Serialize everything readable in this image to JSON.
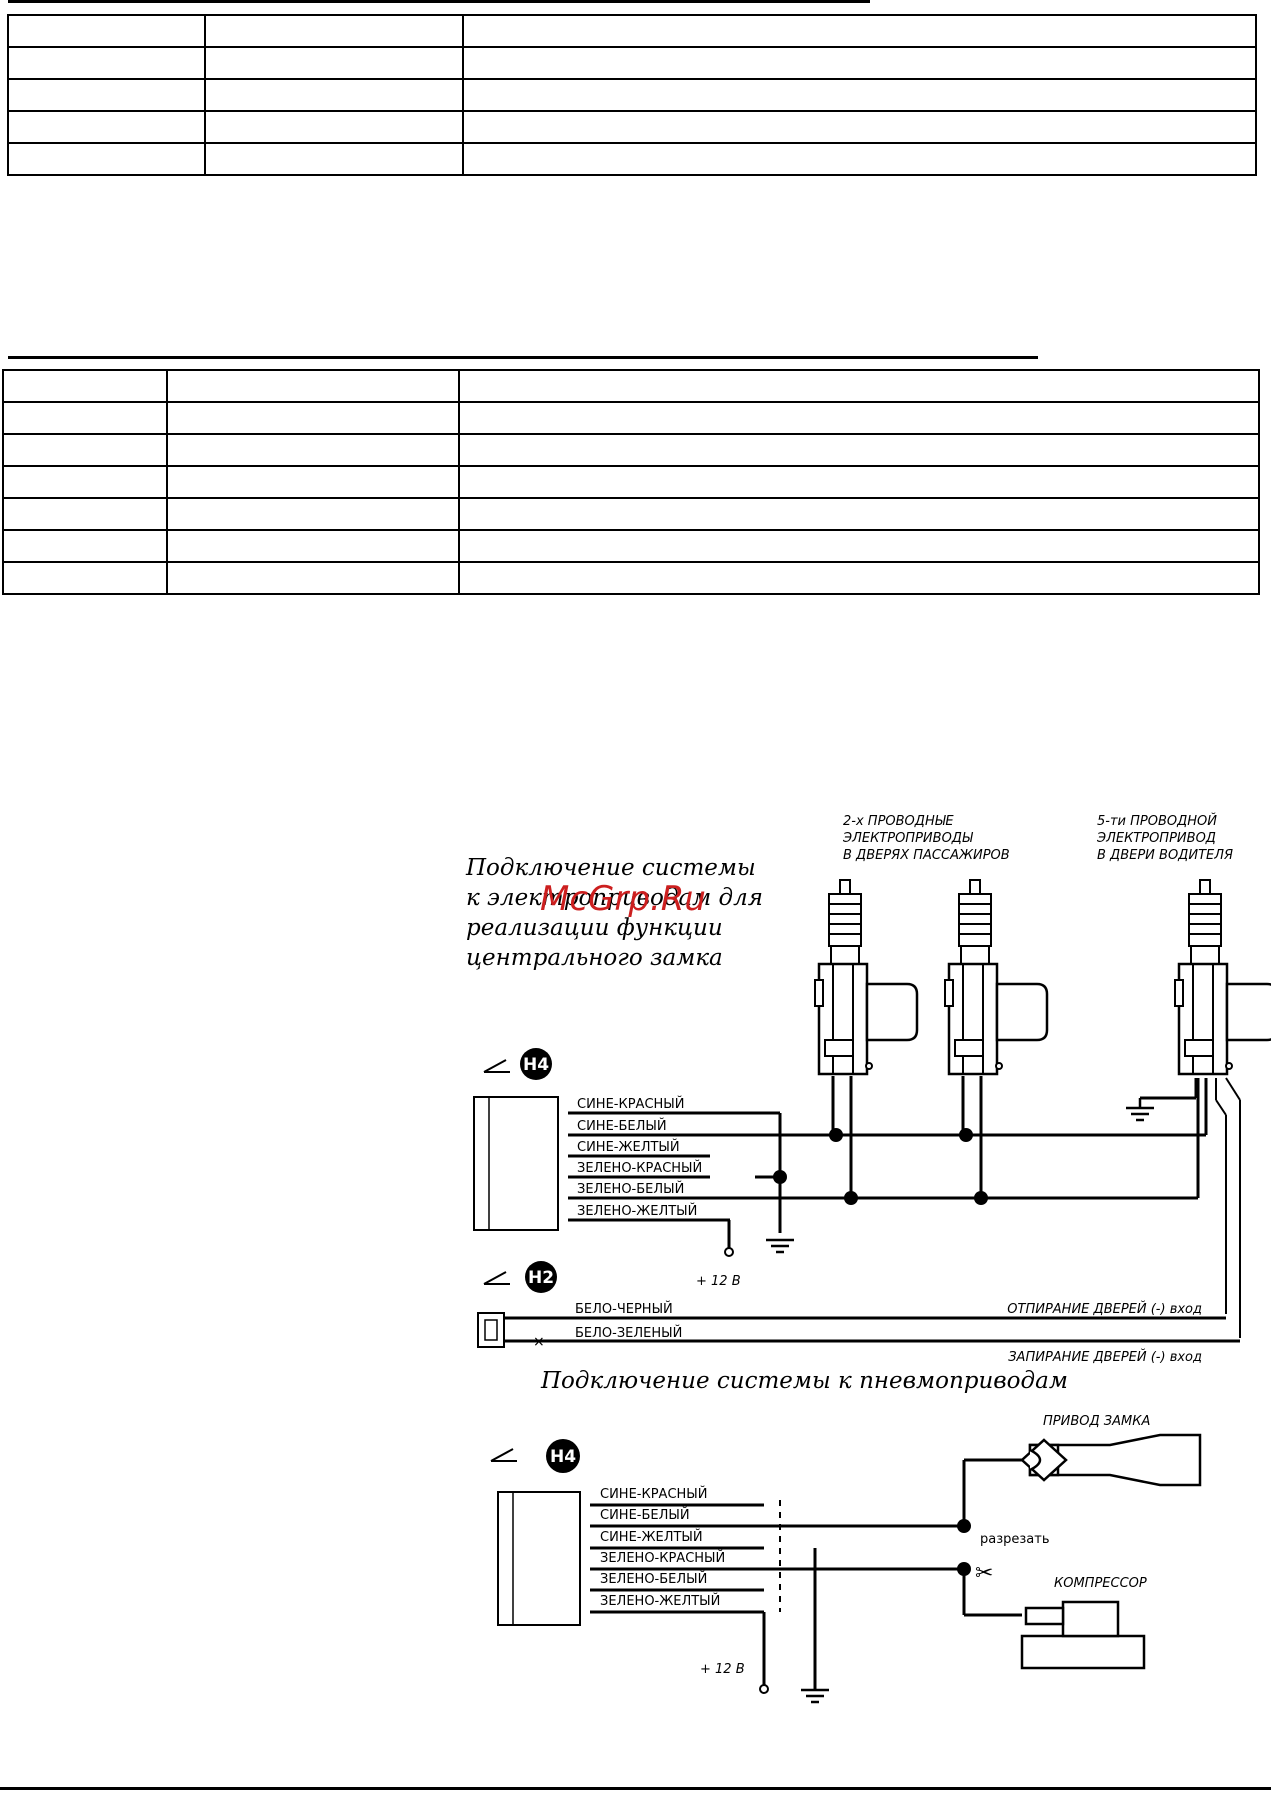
{
  "tables": [
    {
      "name": "table-top",
      "rows": 5,
      "cols": 3
    },
    {
      "name": "table-middle",
      "rows": 7,
      "cols": 3
    }
  ],
  "diagram1": {
    "title_lines": [
      "Подключение системы",
      "к электроприводам для",
      "реализации функции",
      "центрального замка"
    ],
    "actuators_2wire_lines": [
      "2-х ПРОВОДНЫЕ",
      "ЭЛЕКТРОПРИВОДЫ",
      "В ДВЕРЯХ ПАССАЖИРОВ"
    ],
    "actuator_5wire_lines": [
      "5-ти ПРОВОДНОЙ",
      "ЭЛЕКТРОПРИВОД",
      "В ДВЕРИ ВОДИТЕЛЯ"
    ],
    "connector_h4": "H4",
    "connector_h2": "H2",
    "wires_h4": [
      "СИНЕ-КРАСНЫЙ",
      "СИНЕ-БЕЛЫЙ",
      "СИНЕ-ЖЕЛТЫЙ",
      "ЗЕЛЕНО-КРАСНЫЙ",
      "ЗЕЛЕНО-БЕЛЫЙ",
      "ЗЕЛЕНО-ЖЕЛТЫЙ"
    ],
    "plus12": "+ 12 В",
    "wires_h2": [
      "БЕЛО-ЧЕРНЫЙ",
      "БЕЛО-ЗЕЛЕНЫЙ"
    ],
    "unlock_input": "ОТПИРАНИЕ ДВЕРЕЙ (-) вход",
    "lock_input": "ЗАПИРАНИЕ ДВЕРЕЙ (-) вход"
  },
  "diagram2": {
    "title": "Подключение системы к пневмоприводам",
    "connector_h4": "H4",
    "wires_h4": [
      "СИНЕ-КРАСНЫЙ",
      "СИНЕ-БЕЛЫЙ",
      "СИНЕ-ЖЕЛТЫЙ",
      "ЗЕЛЕНО-КРАСНЫЙ",
      "ЗЕЛЕНО-БЕЛЫЙ",
      "ЗЕЛЕНО-ЖЕЛТЫЙ"
    ],
    "lock_drive": "ПРИВОД ЗАМКА",
    "cut": "разрезать",
    "compressor": "КОМПРЕССОР",
    "plus12": "+ 12 В"
  },
  "watermark": "McGrp.Ru",
  "colors": {
    "ink": "#000000",
    "watermark": "#cc1f1f"
  }
}
